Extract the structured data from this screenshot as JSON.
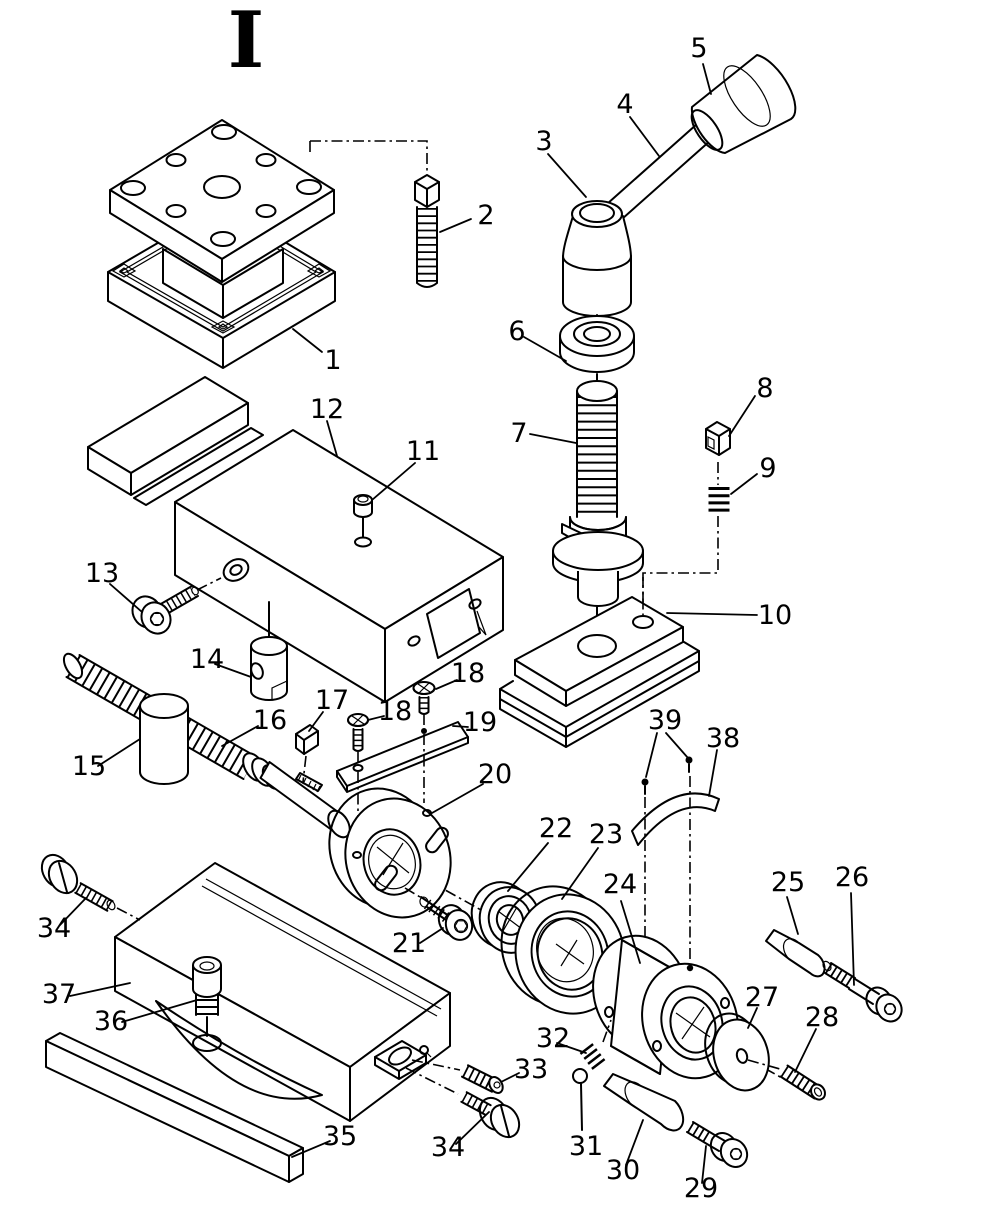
{
  "figure": {
    "marker": "I",
    "ink": "#000000",
    "paper": "#ffffff"
  },
  "callouts": {
    "1": "1",
    "2": "2",
    "3": "3",
    "4": "4",
    "5": "5",
    "6": "6",
    "7": "7",
    "8": "8",
    "9": "9",
    "10": "10",
    "11": "11",
    "12": "12",
    "13": "13",
    "14": "14",
    "15": "15",
    "16": "16",
    "17": "17",
    "18a": "18",
    "18b": "18",
    "19": "19",
    "20": "20",
    "21": "21",
    "22": "22",
    "23": "23",
    "24": "24",
    "25": "25",
    "26": "26",
    "27": "27",
    "28": "28",
    "29": "29",
    "30": "30",
    "31": "31",
    "32": "32",
    "33": "33",
    "34a": "34",
    "34b": "34",
    "35": "35",
    "36": "36",
    "37": "37",
    "38": "38",
    "39": "39"
  }
}
